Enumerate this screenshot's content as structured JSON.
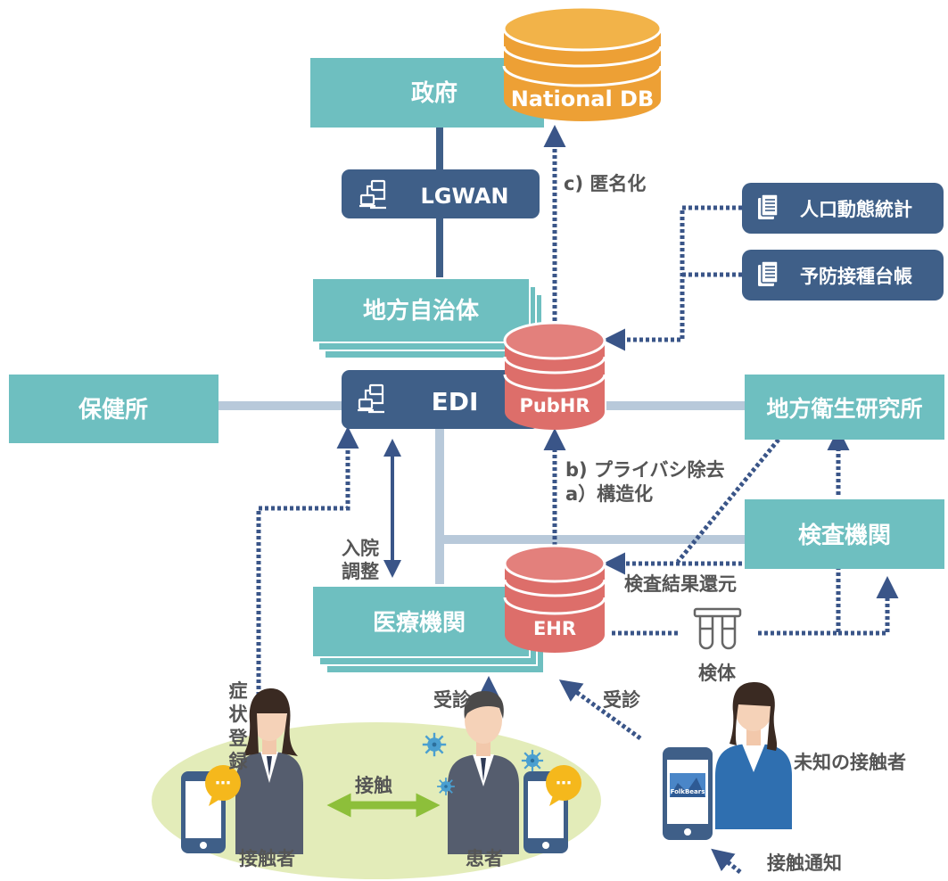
{
  "nodes": {
    "government": "政府",
    "national_db": "National DB",
    "lgwan": "LGWAN",
    "local_gov": "地方自治体",
    "pubhr": "PubHR",
    "edi": "EDI",
    "health_center": "保健所",
    "research_institute": "地方衛生研究所",
    "inspection_org": "検査機関",
    "medical_institution": "医療機関",
    "ehr": "EHR",
    "vital_stats": "人口動態統計",
    "vaccination_ledger": "予防接種台帳"
  },
  "labels": {
    "anonymize": "c) 匿名化",
    "privacy_removal": "b) プライバシ除去",
    "structuring": "a）構造化",
    "hospitalization": "入院調整",
    "symptom_registration": "症状登録",
    "consultation_1": "受診",
    "consultation_2": "受診",
    "result_return": "検査結果還元",
    "specimen": "検体",
    "contact": "接触",
    "contact_person": "接触者",
    "patient": "患者",
    "unknown_contact": "未知の接触者",
    "contact_notification": "接触通知",
    "app_name": "FolkBears",
    "bubble_dots": "⋯"
  },
  "colors": {
    "teal_box": "#6ebfc0",
    "navy_box": "#3f5f88",
    "db_orange": "#eda035",
    "db_red": "#dd6e6a",
    "connector": "#b8c9da",
    "dotted_arrow": "#3a5588",
    "contact_arrow": "#8dbf3a",
    "oval": "#e3ecb9",
    "virus": "#4a9fd0"
  }
}
